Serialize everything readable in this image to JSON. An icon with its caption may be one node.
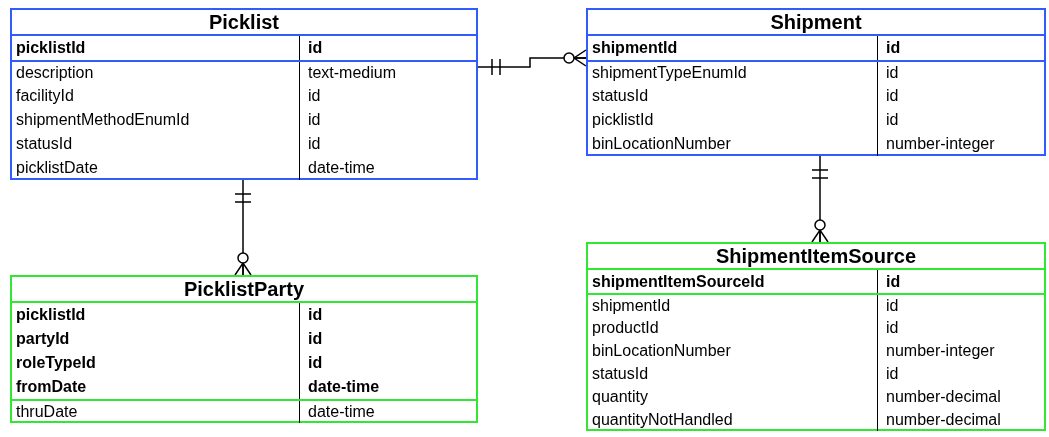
{
  "diagram": {
    "nodes": [
      {
        "text": [
          "Picklist"
        ]
      },
      {
        "text": [
          "picklistId",
          "id"
        ],
        "in": 0
      },
      {
        "text": [
          "description",
          "text-medium"
        ],
        "in": 0
      },
      {
        "text": [
          "facilityId",
          "id"
        ],
        "in": 0
      },
      {
        "text": [
          "shipmentMethodEnumId",
          "id"
        ],
        "in": 0
      },
      {
        "text": [
          "statusId",
          "id"
        ],
        "in": 0
      },
      {
        "text": [
          "picklistDate",
          "date-time"
        ],
        "in": 0
      },
      {
        "text": [
          "Shipment"
        ]
      },
      {
        "text": [
          "shipmentId",
          "id"
        ],
        "in": 7
      },
      {
        "text": [
          "shipmentTypeEnumId",
          "id"
        ],
        "in": 7
      },
      {
        "text": [
          "statusId",
          "id"
        ],
        "in": 7
      },
      {
        "text": [
          "picklistId",
          "id"
        ],
        "in": 7
      },
      {
        "text": [
          "binLocationNumber",
          "number-integer"
        ],
        "in": 7
      },
      {
        "text": [
          "PicklistParty"
        ]
      },
      {
        "text": [
          "picklistId",
          "id"
        ],
        "in": 13
      },
      {
        "text": [
          "partyId",
          "id"
        ],
        "in": 13
      },
      {
        "text": [
          "roleTypeId",
          "id"
        ],
        "in": 13
      },
      {
        "text": [
          "fromDate",
          "date-time"
        ],
        "in": 13
      },
      {
        "text": [
          "thruDate",
          "date-time"
        ],
        "in": 13
      },
      {
        "text": [
          "ShipmentItemSource"
        ]
      },
      {
        "text": [
          "shipmentItemSourceId",
          "id"
        ],
        "in": 19
      },
      {
        "text": [
          "shipmentId",
          "id"
        ],
        "in": 19
      },
      {
        "text": [
          "productId",
          "id"
        ],
        "in": 19
      },
      {
        "text": [
          "binLocationNumber",
          "number-integer"
        ],
        "in": 19
      },
      {
        "text": [
          "statusId",
          "id"
        ],
        "in": 19
      },
      {
        "text": [
          "quantity",
          "number-decimal"
        ],
        "in": 19
      },
      {
        "text": [
          "quantityNotHandled",
          "number-decimal"
        ],
        "in": 19
      }
    ],
    "edges": [
      {
        "from": 0,
        "to": 7,
        "arrow": "other"
      },
      {
        "from": 0,
        "to": 13,
        "arrow": "other"
      },
      {
        "from": 7,
        "to": 19,
        "arrow": "other"
      }
    ]
  }
}
